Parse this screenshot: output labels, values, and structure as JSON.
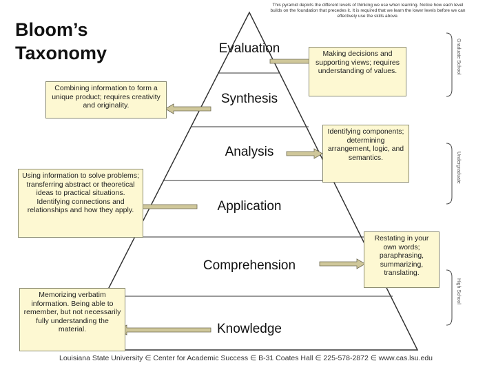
{
  "title_line1": "Bloom’s",
  "title_line2": "Taxonomy",
  "note": "This pyramid depicts the different levels of thinking we use when learning. Notice how each level builds on the foundation that precedes it. It is required that we learn the lower levels before we can effectively use the skills above.",
  "levels": [
    "Evaluation",
    "Synthesis",
    "Analysis",
    "Application",
    "Comprehension",
    "Knowledge"
  ],
  "descriptions": {
    "evaluation": "Making decisions and supporting views; requires understanding of values.",
    "synthesis": "Combining information to form a unique product; requires creativity and originality.",
    "analysis": "Identifying components; determining arrangement, logic, and semantics.",
    "application": "Using information to solve problems; transferring abstract or theoretical ideas to practical situations. Identifying connections and relationships and how they apply.",
    "comprehension": "Restating in your own words; paraphrasing, summarizing, translating.",
    "knowledge": "Memorizing verbatim information. Being able to remember, but not necessarily fully understanding the material."
  },
  "side_labels": [
    "Graduate School",
    "Undergraduate",
    "High School"
  ],
  "footer": "Louisiana State University ∈ Center for Academic Success ∈ B-31 Coates Hall ∈ 225-578-2872 ∈ www.cas.lsu.edu",
  "colors": {
    "box_fill": "#fdf8d2",
    "arrow_fill": "#cfc79a",
    "line": "#333333"
  }
}
